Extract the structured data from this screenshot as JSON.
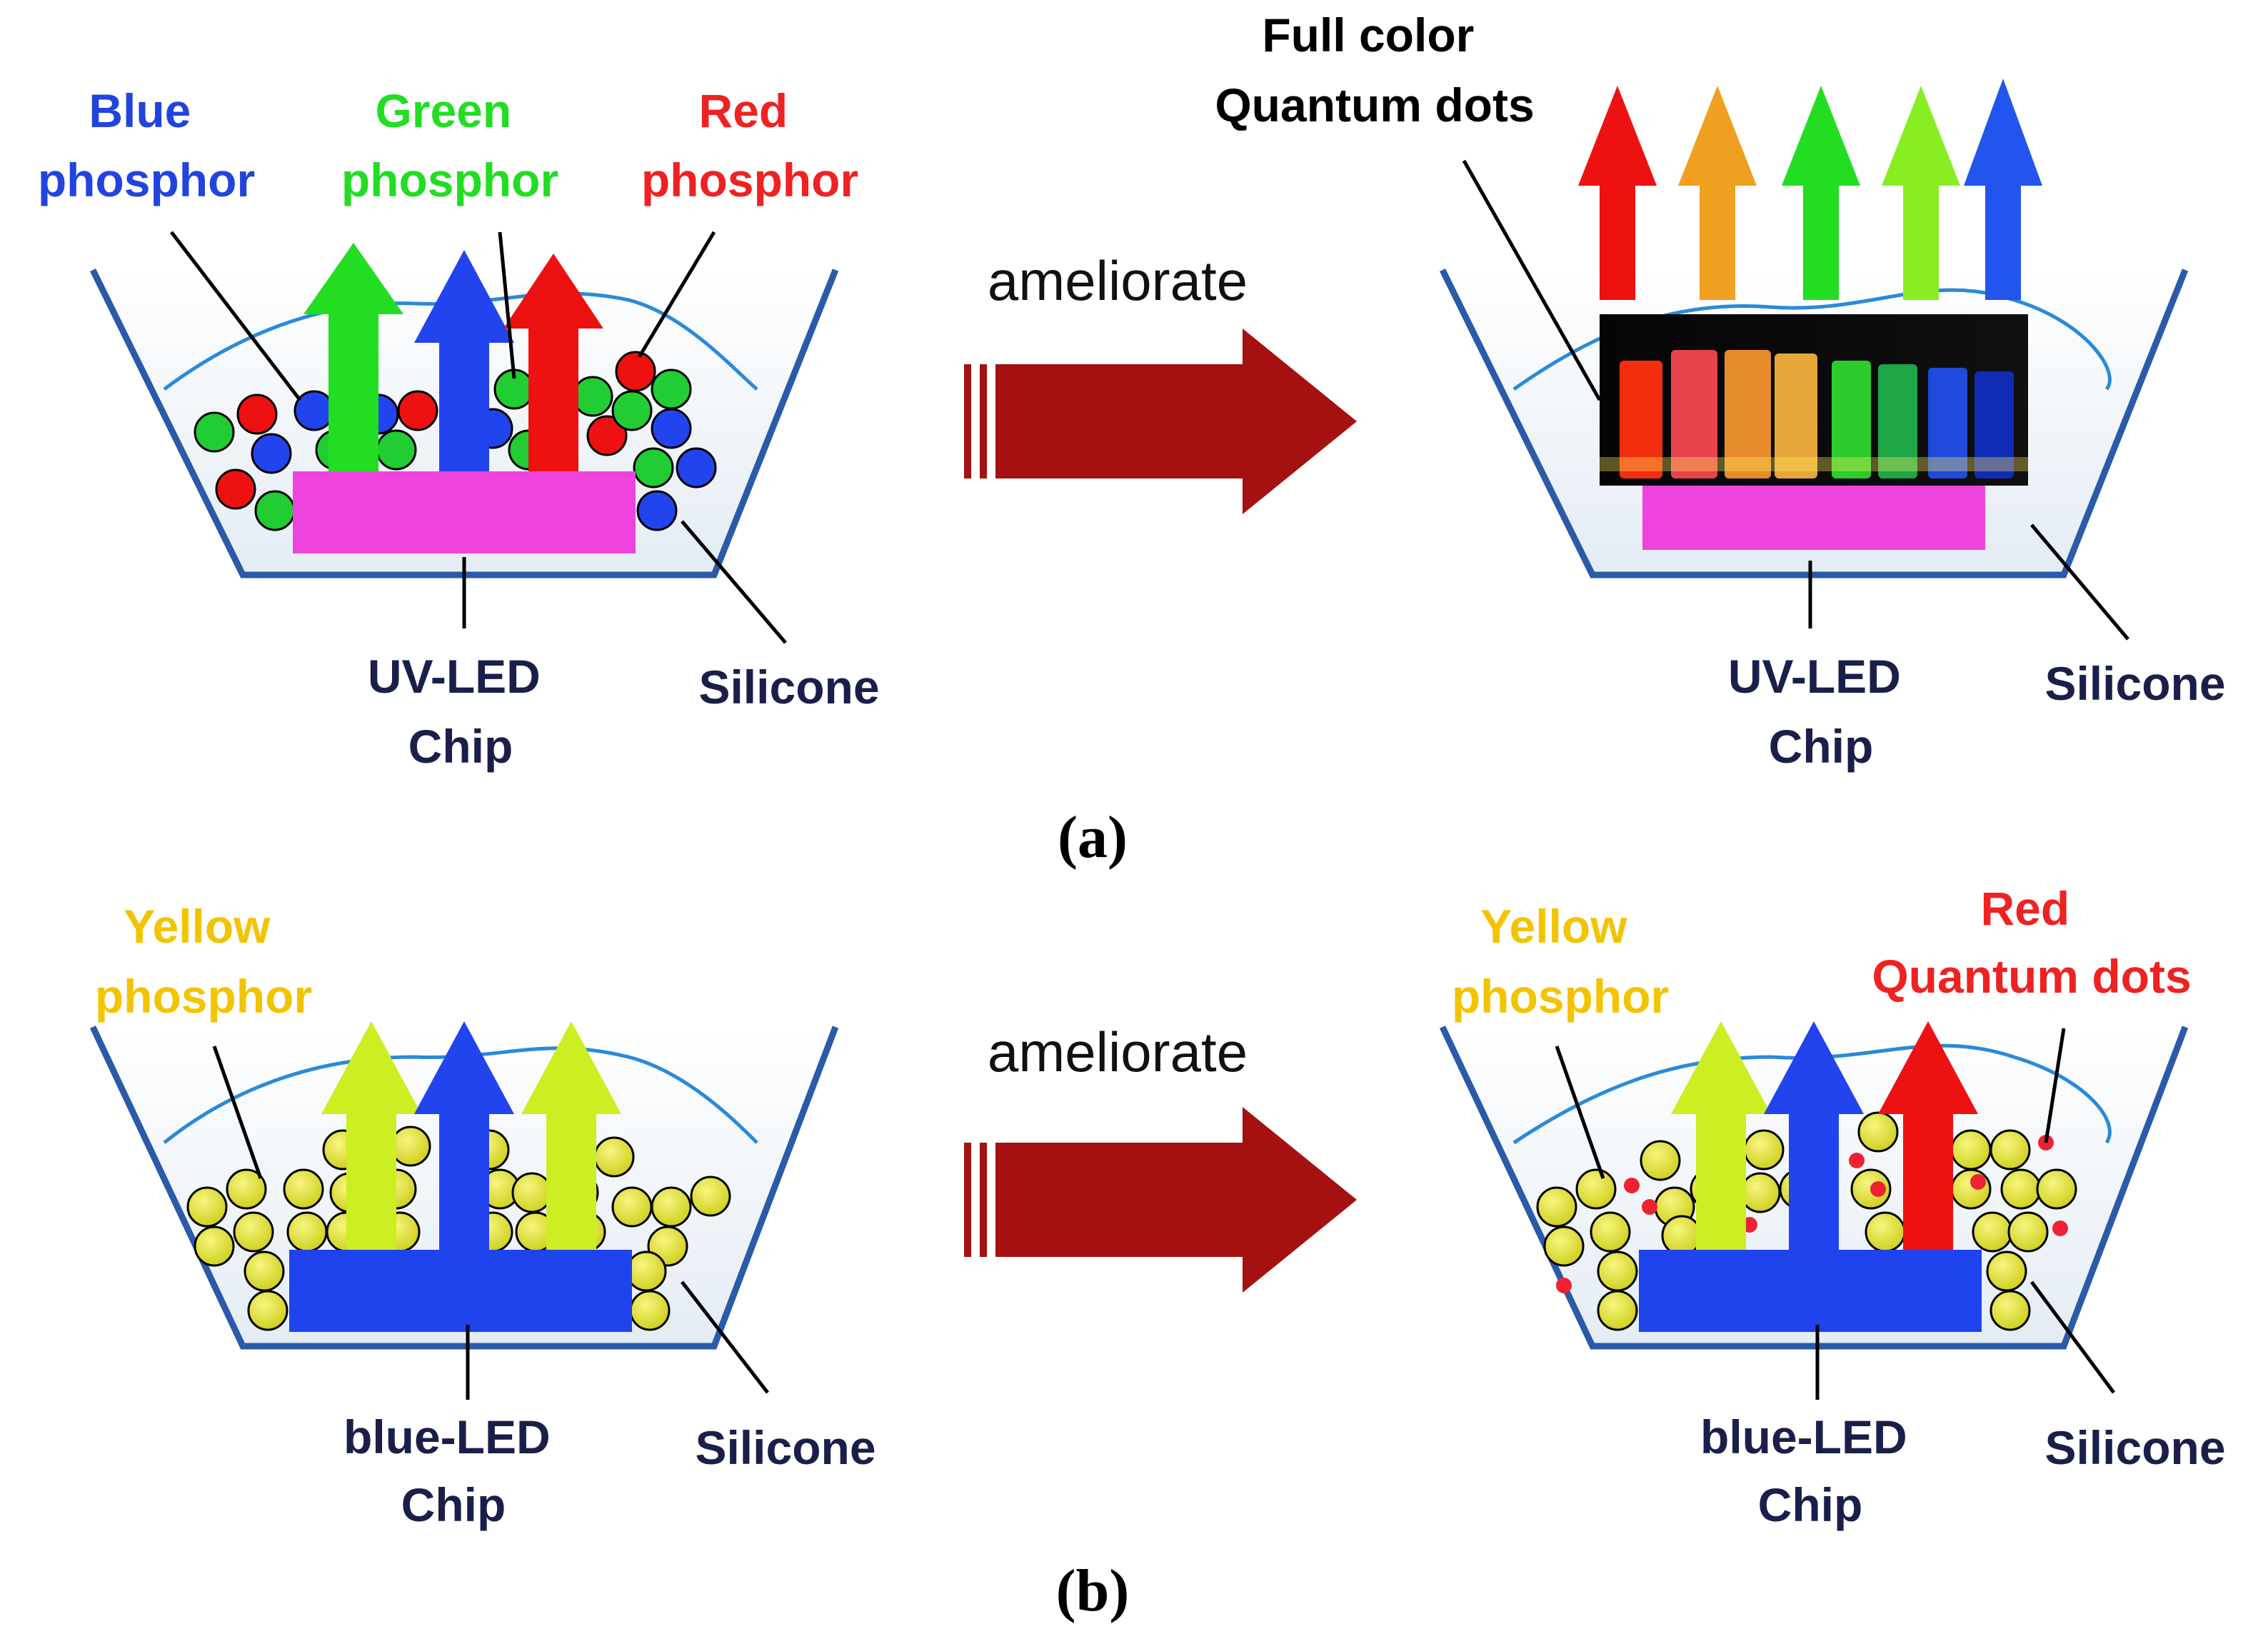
{
  "panels": {
    "a": {
      "caption": "(a)",
      "left": {
        "labels": {
          "blue": [
            "Blue",
            "phosphor"
          ],
          "green": [
            "Green",
            "phosphor"
          ],
          "red": [
            "Red",
            "phosphor"
          ],
          "chip": [
            "UV-LED",
            "Chip"
          ],
          "silicone": "Silicone"
        },
        "chip_color": "#ee44dd",
        "arrow_colors": [
          "#22dd22",
          "#2244ee",
          "#ee1111"
        ]
      },
      "transition": "ameliorate",
      "right": {
        "labels": {
          "qd": [
            "Full color",
            "Quantum dots"
          ],
          "chip": [
            "UV-LED",
            "Chip"
          ],
          "silicone": "Silicone"
        },
        "chip_color": "#ee44dd",
        "arrow_colors": [
          "#ee1111",
          "#f0a020",
          "#22dd22",
          "#88ee22",
          "#2255ee"
        ]
      }
    },
    "b": {
      "caption": "(b)",
      "left": {
        "labels": {
          "yellow": [
            "Yellow",
            "phosphor"
          ],
          "chip": [
            "blue-LED",
            "Chip"
          ],
          "silicone": "Silicone"
        },
        "chip_color": "#1f44ee",
        "arrow_colors": [
          "#ccee22",
          "#2244ee",
          "#ccee22"
        ]
      },
      "transition": "ameliorate",
      "right": {
        "labels": {
          "yellow": [
            "Yellow",
            "phosphor"
          ],
          "red_qd": [
            "Red",
            "Quantum dots"
          ],
          "chip": [
            "blue-LED",
            "Chip"
          ],
          "silicone": "Silicone"
        },
        "chip_color": "#1f44ee",
        "arrow_colors": [
          "#ccee22",
          "#2244ee",
          "#ee1111"
        ]
      }
    }
  },
  "colors": {
    "label_blue": "#2244dd",
    "label_green": "#22dd22",
    "label_red": "#ee2222",
    "label_yellow": "#f2c400",
    "label_dark": "#1a1f4a",
    "cup": "#2a5aa8",
    "water": "#2a8ad8",
    "transition_arrow": "#a51010"
  }
}
